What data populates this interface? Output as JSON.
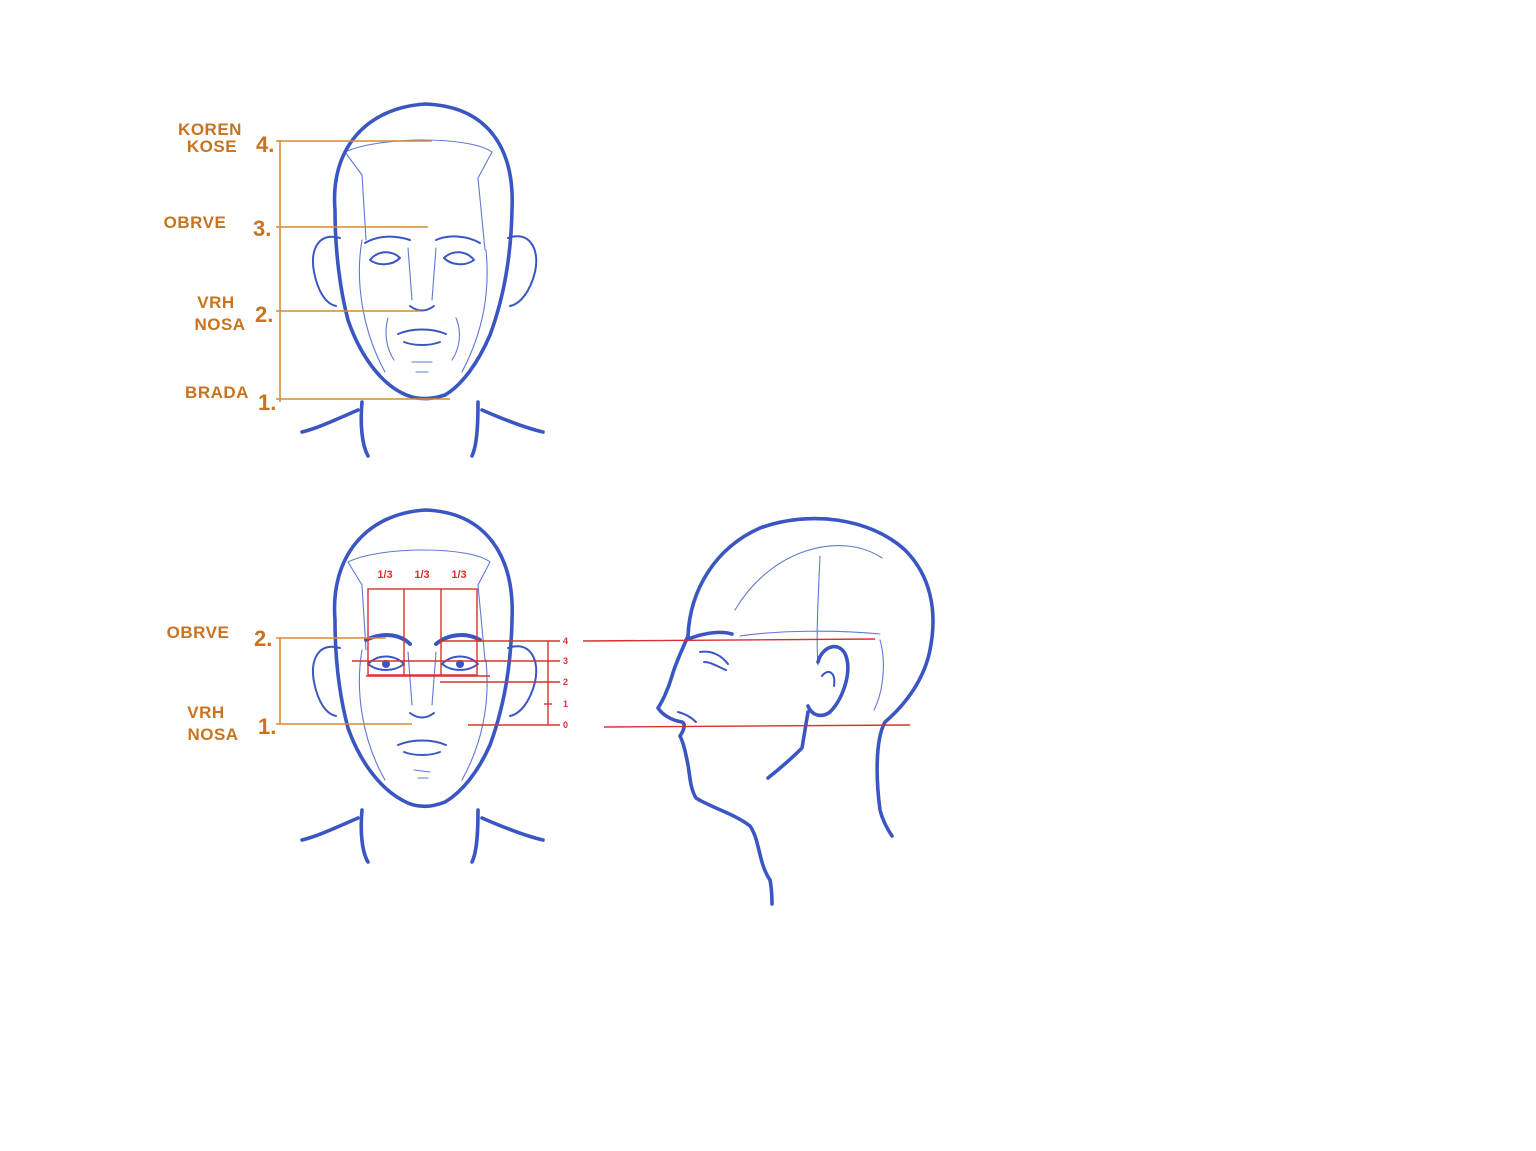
{
  "colors": {
    "sketch_blue": "#3a56c2",
    "guide_orange": "#d98a30",
    "label_orange": "#c8731f",
    "guide_red": "#d93030"
  },
  "top_diagram": {
    "labels": [
      {
        "name": "koren-kose",
        "lines": [
          "KOREN",
          "KOSE"
        ],
        "number": "4."
      },
      {
        "name": "obrve",
        "lines": [
          "OBRVE"
        ],
        "number": "3."
      },
      {
        "name": "vrh-nosa",
        "lines": [
          "VRH",
          "NOSA"
        ],
        "number": "2."
      },
      {
        "name": "brada",
        "lines": [
          "BRADA"
        ],
        "number": "1."
      }
    ]
  },
  "bottom_diagram": {
    "labels": [
      {
        "name": "obrve",
        "lines": [
          "OBRVE"
        ],
        "number": "2."
      },
      {
        "name": "vrh-nosa",
        "lines": [
          "VRH",
          "NOSA"
        ],
        "number": "1."
      }
    ],
    "thirds": [
      "1/3",
      "1/3",
      "1/3"
    ],
    "scale_ticks": [
      "4",
      "3",
      "2",
      "1",
      "0"
    ]
  }
}
